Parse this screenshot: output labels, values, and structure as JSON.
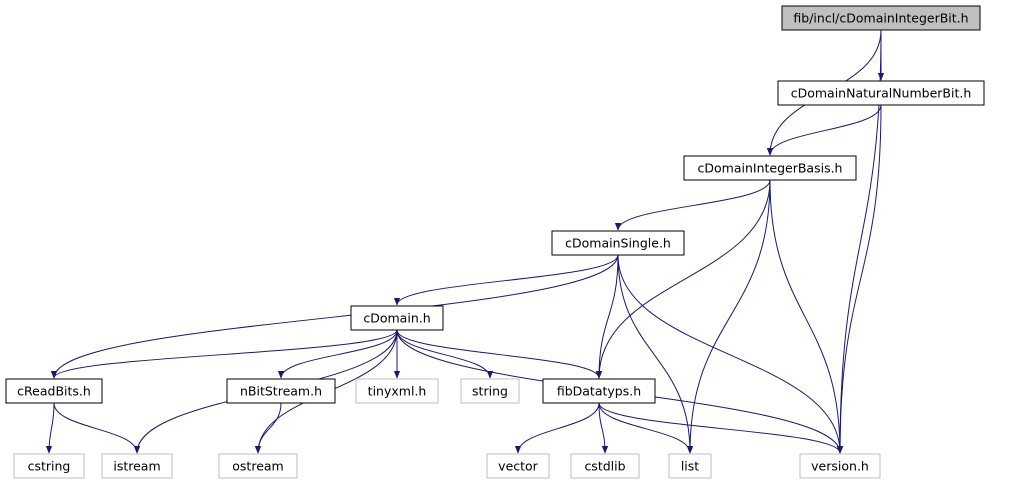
{
  "diagram": {
    "type": "include-dependency-graph",
    "edge_color": "#191970",
    "nodes": [
      {
        "id": "root",
        "label": "fib/incl/cDomainIntegerBit.h",
        "style": "root"
      },
      {
        "id": "natbit",
        "label": "cDomainNaturalNumberBit.h",
        "style": "normal"
      },
      {
        "id": "intbasis",
        "label": "cDomainIntegerBasis.h",
        "style": "normal"
      },
      {
        "id": "single",
        "label": "cDomainSingle.h",
        "style": "normal"
      },
      {
        "id": "domain",
        "label": "cDomain.h",
        "style": "normal"
      },
      {
        "id": "readbits",
        "label": "cReadBits.h",
        "style": "normal"
      },
      {
        "id": "nbit",
        "label": "nBitStream.h",
        "style": "normal"
      },
      {
        "id": "tinyxml",
        "label": "tinyxml.h",
        "style": "external"
      },
      {
        "id": "string",
        "label": "string",
        "style": "external"
      },
      {
        "id": "fibdt",
        "label": "fibDatatyps.h",
        "style": "normal"
      },
      {
        "id": "cstring",
        "label": "cstring",
        "style": "external"
      },
      {
        "id": "istream",
        "label": "istream",
        "style": "external"
      },
      {
        "id": "ostream",
        "label": "ostream",
        "style": "external"
      },
      {
        "id": "vector",
        "label": "vector",
        "style": "external"
      },
      {
        "id": "cstdlib",
        "label": "cstdlib",
        "style": "external"
      },
      {
        "id": "list",
        "label": "list",
        "style": "external"
      },
      {
        "id": "version",
        "label": "version.h",
        "style": "external"
      }
    ],
    "edges": [
      [
        "root",
        "natbit"
      ],
      [
        "root",
        "intbasis"
      ],
      [
        "root",
        "version"
      ],
      [
        "natbit",
        "intbasis"
      ],
      [
        "natbit",
        "version"
      ],
      [
        "intbasis",
        "single"
      ],
      [
        "intbasis",
        "fibdt"
      ],
      [
        "intbasis",
        "list"
      ],
      [
        "intbasis",
        "version"
      ],
      [
        "single",
        "domain"
      ],
      [
        "single",
        "readbits"
      ],
      [
        "single",
        "fibdt"
      ],
      [
        "single",
        "list"
      ],
      [
        "single",
        "version"
      ],
      [
        "domain",
        "readbits"
      ],
      [
        "domain",
        "istream"
      ],
      [
        "domain",
        "ostream"
      ],
      [
        "domain",
        "nbit"
      ],
      [
        "domain",
        "tinyxml"
      ],
      [
        "domain",
        "string"
      ],
      [
        "domain",
        "fibdt"
      ],
      [
        "domain",
        "version"
      ],
      [
        "readbits",
        "cstring"
      ],
      [
        "readbits",
        "istream"
      ],
      [
        "nbit",
        "ostream"
      ],
      [
        "fibdt",
        "vector"
      ],
      [
        "fibdt",
        "cstdlib"
      ],
      [
        "fibdt",
        "list"
      ],
      [
        "fibdt",
        "version"
      ]
    ]
  }
}
